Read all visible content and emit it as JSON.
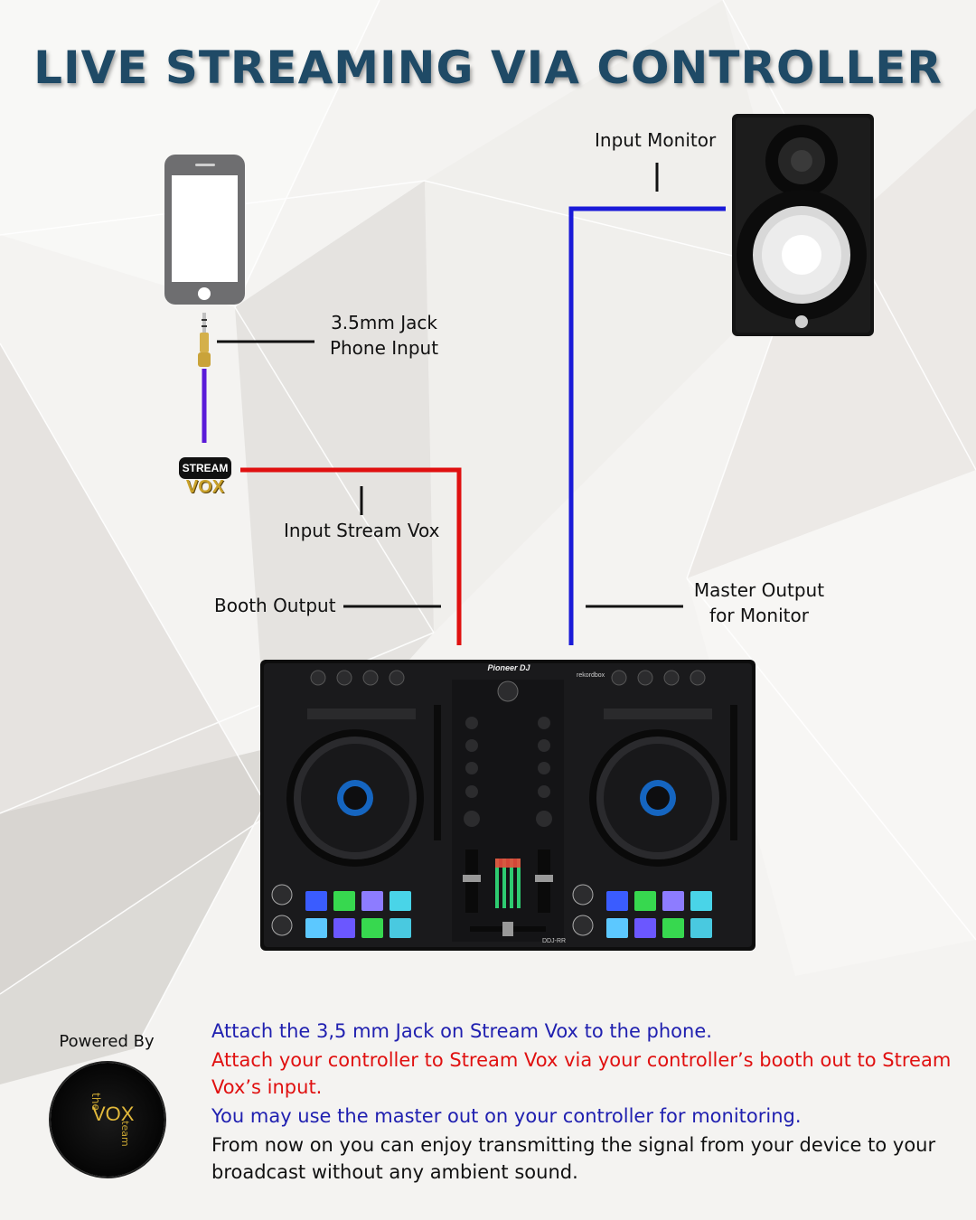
{
  "title": "LIVE STREAMING VIA CONTROLLER",
  "labels": {
    "input_monitor": "Input Monitor",
    "jack_line1": "3.5mm Jack",
    "jack_line2": "Phone Input",
    "input_stream_vox": "Input Stream Vox",
    "booth_output": "Booth Output",
    "master_line1": "Master Output",
    "master_line2": "for Monitor"
  },
  "stream_vox_badge": {
    "top": "STREAM",
    "bottom": "VOX"
  },
  "controller": {
    "brand": "Pioneer DJ",
    "model": "DDJ-RR",
    "software": "rekordbox",
    "pad_colors": [
      "#3a5cff",
      "#37d84f",
      "#8d7cff",
      "#49d4e8",
      "#5cc8ff",
      "#6b57ff",
      "#37d84f",
      "#49c9e0"
    ]
  },
  "instructions": [
    {
      "text": "Attach the 3,5 mm Jack on Stream Vox to the phone.",
      "color": "blue"
    },
    {
      "text": "Attach your controller to Stream Vox via your controller’s booth out to Stream Vox’s input.",
      "color": "red"
    },
    {
      "text": "You may use the master out on your controller for monitoring.",
      "color": "blue"
    },
    {
      "text": "From now on you can enjoy transmitting the signal from your device to your broadcast without any ambient sound.",
      "color": "black"
    }
  ],
  "powered_by": "Powered By",
  "vox_team_logo": {
    "the": "the",
    "vox": "VOX",
    "team": "team"
  },
  "colors": {
    "title": "#1f4a66",
    "booth_cable": "#e01010",
    "master_cable": "#1a1ad8",
    "jack_cable": "#5a1ad8",
    "instruction_blue": "#2020b0",
    "instruction_red": "#e01010"
  }
}
